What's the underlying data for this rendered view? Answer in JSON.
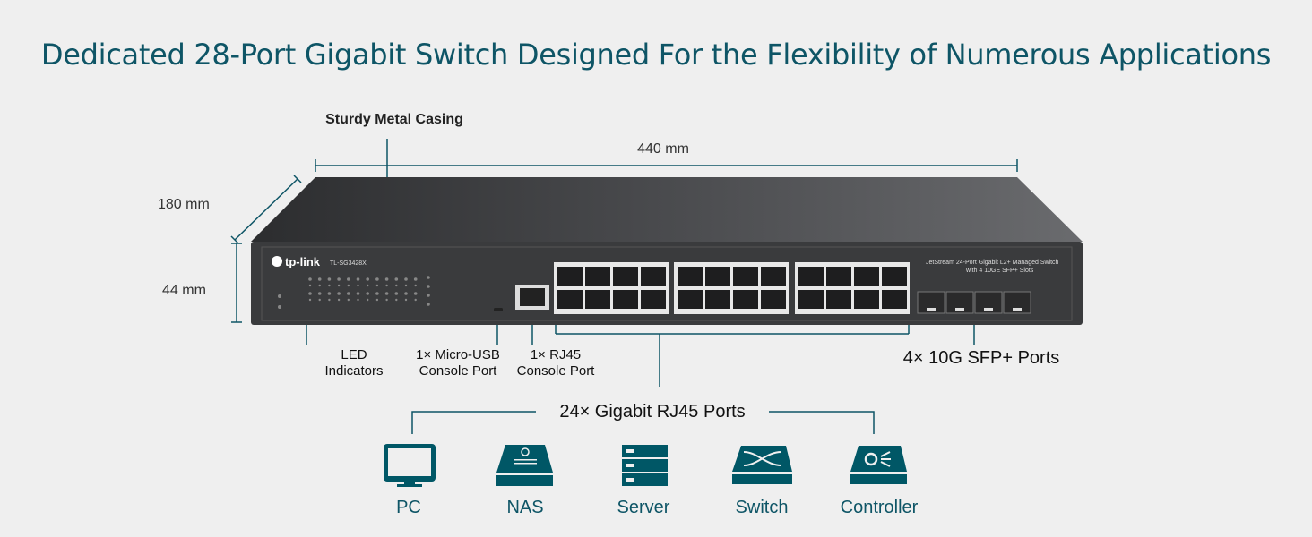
{
  "title": "Dedicated 28-Port Gigabit Switch Designed For the Flexibility of Numerous Applications",
  "callouts": {
    "casing": "Sturdy Metal Casing",
    "width": "440 mm",
    "depth": "180 mm",
    "height": "44 mm",
    "led": [
      "LED",
      "Indicators"
    ],
    "usb": [
      "1× Micro-USB",
      "Console Port"
    ],
    "rj45console": [
      "1× RJ45",
      "Console Port"
    ],
    "sfp": "4× 10G SFP+ Ports",
    "rj45ports": "24× Gigabit RJ45 Ports"
  },
  "device": {
    "brand": "tp-link",
    "model": "TL-SG3428X",
    "description": [
      "JetStream 24-Port Gigabit L2+ Managed Switch",
      "with 4 10GE SFP+ Slots"
    ]
  },
  "applications": [
    {
      "label": "PC",
      "icon": "monitor-icon"
    },
    {
      "label": "NAS",
      "icon": "nas-icon"
    },
    {
      "label": "Server",
      "icon": "server-icon"
    },
    {
      "label": "Switch",
      "icon": "switch-icon"
    },
    {
      "label": "Controller",
      "icon": "controller-icon"
    }
  ],
  "colors": {
    "accent": "#005766",
    "background": "#efefef",
    "device": "#3a3b3d"
  }
}
